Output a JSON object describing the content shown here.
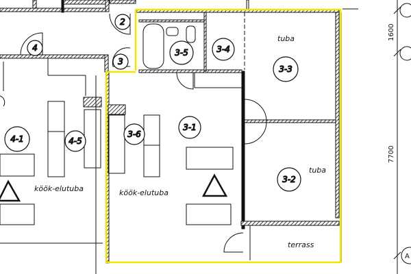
{
  "rooms": {
    "r3_1": "3-1",
    "r3_2": "3-2",
    "r3_3": "3-3",
    "r3_4": "3-4",
    "r3_5": "3-5",
    "r3_6": "3-6",
    "r4_1": "4-1",
    "r4_5": "4-5",
    "stair2": "2",
    "stair3": "3",
    "stair4": "4"
  },
  "labels": {
    "tuba_top": "tuba",
    "tuba_right": "tuba",
    "kook_left": "köök-elutuba",
    "kook_mid": "köök-elutuba",
    "terrass": "terrass"
  },
  "dimensions": {
    "d1600": "1600",
    "d7700": "7700",
    "axis_a": "A"
  },
  "colors": {
    "highlight": "#f2e600",
    "wall": "#111111"
  }
}
